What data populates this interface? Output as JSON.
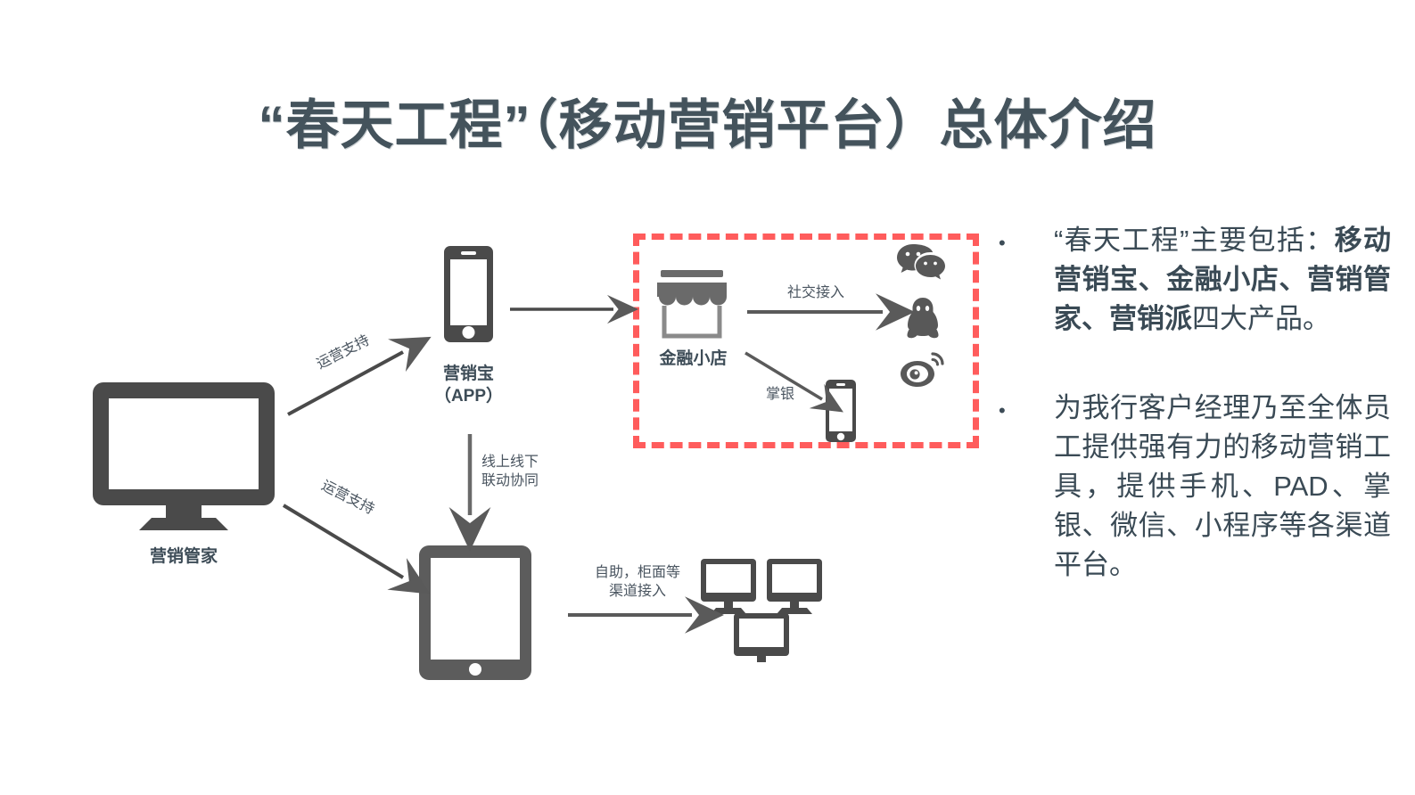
{
  "slide": {
    "title": "“春天工程”（移动营销平台）总体介绍",
    "accent_red": "#FF5C5C",
    "icon_gray": "#4a4a4a",
    "text_slate": "#3a4a55",
    "title_slate": "#44535C"
  },
  "diagram": {
    "nodes": {
      "manager_label": "营销管家",
      "app_label_line1": "营销宝",
      "app_label_line2": "（APP）",
      "shop_label": "金融小店",
      "tablet_label": "",
      "phone_label": ""
    },
    "edges": {
      "ops_support_top": "运营支持",
      "ops_support_bottom": "运营支持",
      "online_offline_line1": "线上线下",
      "online_offline_line2": "联动协同",
      "social_access": "社交接入",
      "mobile_bank": "掌银",
      "channel_access_line1": "自助，柜面等",
      "channel_access_line2": "渠道接入"
    },
    "icons": {
      "desktop": "desktop-monitor-icon",
      "smartphone": "smartphone-icon",
      "shop": "storefront-icon",
      "tablet": "tablet-icon",
      "wechat": "wechat-icon",
      "qq": "qq-penguin-icon",
      "weibo": "weibo-icon",
      "monitors": "monitor-cluster-icon"
    }
  },
  "panel": {
    "bullets": [
      {
        "marker": "•",
        "segments": [
          {
            "text": "“春天工程”主要包括：",
            "bold": false
          },
          {
            "text": "移动营销宝、金融小店、营销管家、营销派",
            "bold": true
          },
          {
            "text": "四大产品。",
            "bold": false
          }
        ]
      },
      {
        "marker": "•",
        "segments": [
          {
            "text": "为我行客户经理乃至全体员工提供强有力的移动营销工具，提供手机、PAD、掌银、微信、小程序等各渠道平台。",
            "bold": false
          }
        ]
      }
    ]
  }
}
